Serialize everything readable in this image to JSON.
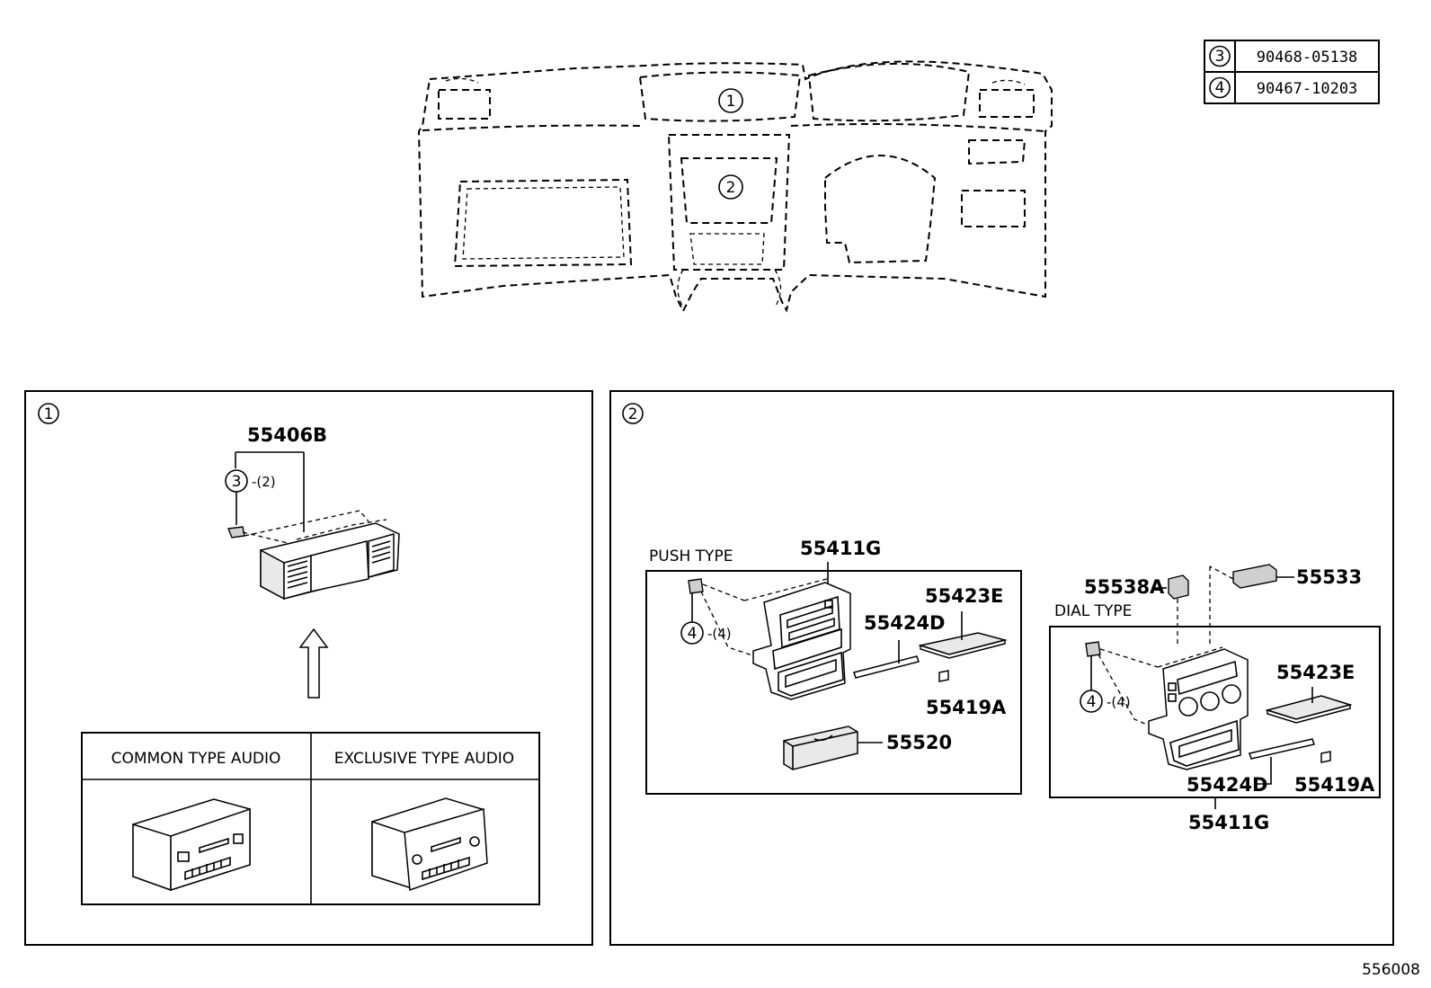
{
  "fastener_table": [
    {
      "ref": "3",
      "part_no": "90468-05138"
    },
    {
      "ref": "4",
      "part_no": "90467-10203"
    }
  ],
  "overview": {
    "callouts": [
      "1",
      "2"
    ]
  },
  "panel1": {
    "index": "1",
    "part_55406b": "55406B",
    "clip_ref": "3",
    "clip_qty": "-(2)",
    "audio_types": [
      "COMMON TYPE AUDIO",
      "EXCLUSIVE TYPE AUDIO"
    ]
  },
  "panel2": {
    "index": "2",
    "push": {
      "title": "PUSH TYPE",
      "p_55411g": "55411G",
      "clip_ref": "4",
      "clip_qty": "-(4)",
      "p_55424d": "55424D",
      "p_55423e": "55423E",
      "p_55419a": "55419A",
      "p_55520": "55520"
    },
    "dial": {
      "title": "DIAL TYPE",
      "p_55538a": "55538A",
      "p_55533": "55533",
      "clip_ref": "4",
      "clip_qty": "-(4)",
      "p_55423e": "55423E",
      "p_55424d": "55424D",
      "p_55419a": "55419A",
      "p_55411g": "55411G"
    }
  },
  "figure_id": "556008"
}
